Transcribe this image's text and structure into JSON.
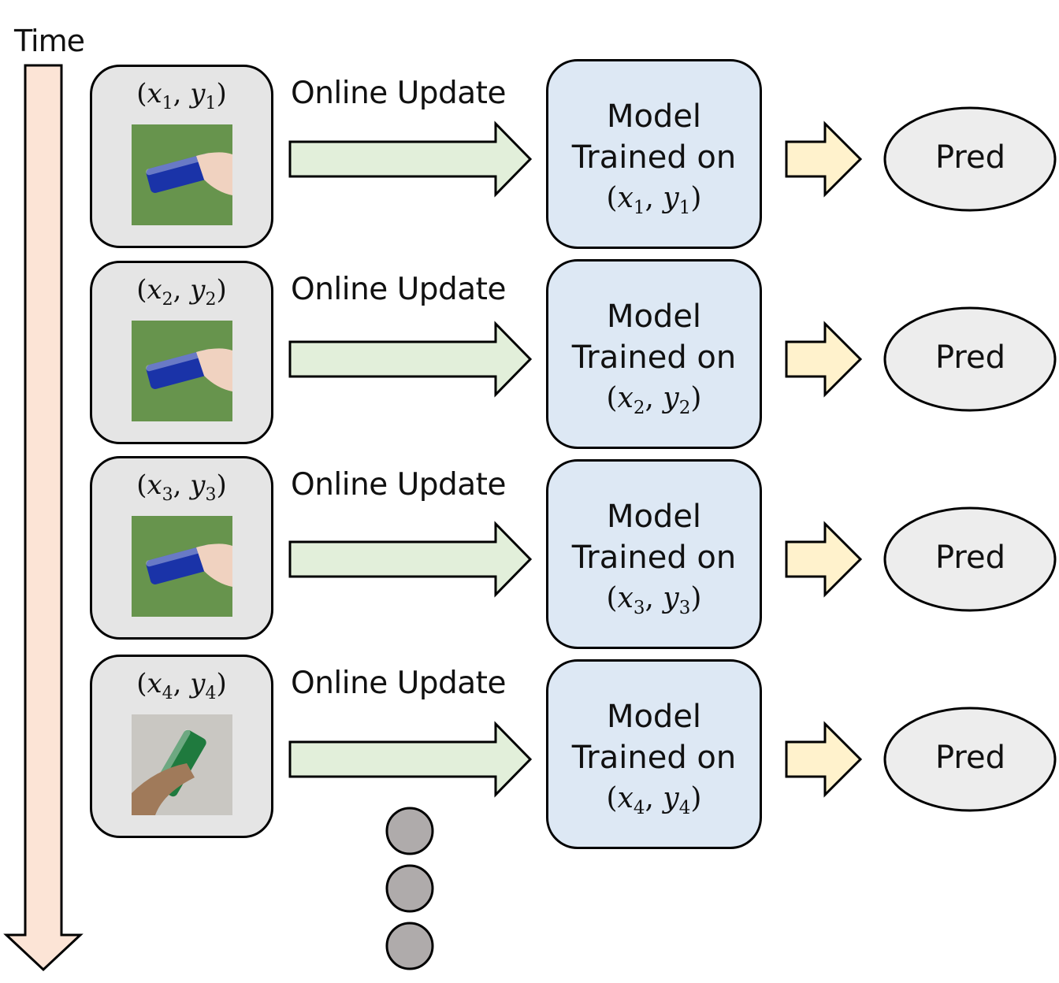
{
  "time_axis": {
    "label": "Time",
    "icon": "down-arrow-icon",
    "color": "#fce4d6"
  },
  "colors": {
    "sample_box": "#e5e5e5",
    "model_box": "#dde8f4",
    "update_arrow": "#e2efda",
    "pred_arrow": "#fff2cc",
    "pred_ellipse": "#ededed",
    "continuation_dots": "#afabab"
  },
  "rows": [
    {
      "sample": {
        "x": "x",
        "y": "y",
        "index": "1",
        "image": "hand holding blue pepsi can over grass"
      },
      "update_label": "Online Update",
      "model": {
        "line1": "Model",
        "line2": "Trained on",
        "x": "x",
        "y": "y",
        "index": "1"
      },
      "pred_label": "Pred"
    },
    {
      "sample": {
        "x": "x",
        "y": "y",
        "index": "2",
        "image": "hand holding blue pepsi can over grass"
      },
      "update_label": "Online Update",
      "model": {
        "line1": "Model",
        "line2": "Trained on",
        "x": "x",
        "y": "y",
        "index": "2"
      },
      "pred_label": "Pred"
    },
    {
      "sample": {
        "x": "x",
        "y": "y",
        "index": "3",
        "image": "hand holding blue pepsi can over grass"
      },
      "update_label": "Online Update",
      "model": {
        "line1": "Model",
        "line2": "Trained on",
        "x": "x",
        "y": "y",
        "index": "3"
      },
      "pred_label": "Pred"
    },
    {
      "sample": {
        "x": "x",
        "y": "y",
        "index": "4",
        "image": "hand holding green sprite can indoors"
      },
      "update_label": "Online Update",
      "model": {
        "line1": "Model",
        "line2": "Trained on",
        "x": "x",
        "y": "y",
        "index": "4"
      },
      "pred_label": "Pred"
    }
  ],
  "continuation": {
    "icon": "ellipsis-dots-icon",
    "count": 3
  }
}
